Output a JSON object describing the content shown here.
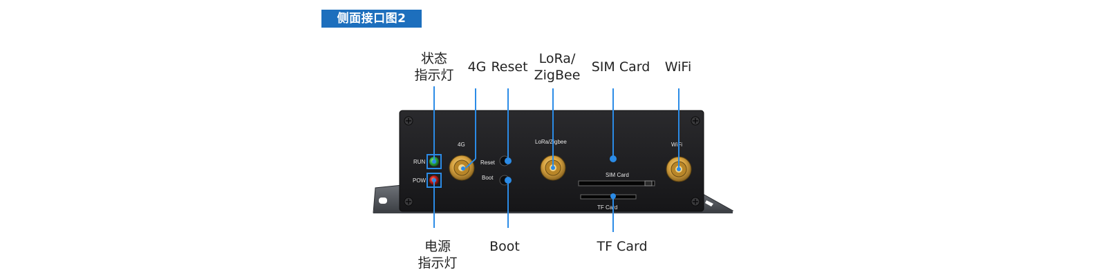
{
  "title": "侧面接口图2",
  "callouts_top": [
    {
      "id": "status-led",
      "lines": [
        "状态",
        "指示灯"
      ]
    },
    {
      "id": "4g",
      "lines": [
        "4G"
      ]
    },
    {
      "id": "reset",
      "lines": [
        "Reset"
      ]
    },
    {
      "id": "lora-zigbee",
      "lines": [
        "LoRa/",
        "ZigBee"
      ]
    },
    {
      "id": "sim-card",
      "lines": [
        "SIM Card"
      ]
    },
    {
      "id": "wifi",
      "lines": [
        "WiFi"
      ]
    }
  ],
  "callouts_bottom": [
    {
      "id": "power-led",
      "lines": [
        "电源",
        "指示灯"
      ]
    },
    {
      "id": "boot",
      "lines": [
        "Boot"
      ]
    },
    {
      "id": "tf-card",
      "lines": [
        "TF Card"
      ]
    }
  ],
  "panel_labels": {
    "run": "RUN",
    "pow": "POW",
    "antenna_4g": "4G",
    "reset": "Reset",
    "boot": "Boot",
    "lora_zigbee": "LoRa/Zigbee",
    "sim_card": "SIM Card",
    "tf_card": "TF Card",
    "wifi": "WiFi"
  },
  "colors": {
    "accent": "#1d6fbd",
    "callout_line": "#2b8be6",
    "device_body": "#1c1c1e",
    "led_run": "#2fae43",
    "led_pow": "#c8201e",
    "sma_gold": "#d9a441"
  }
}
